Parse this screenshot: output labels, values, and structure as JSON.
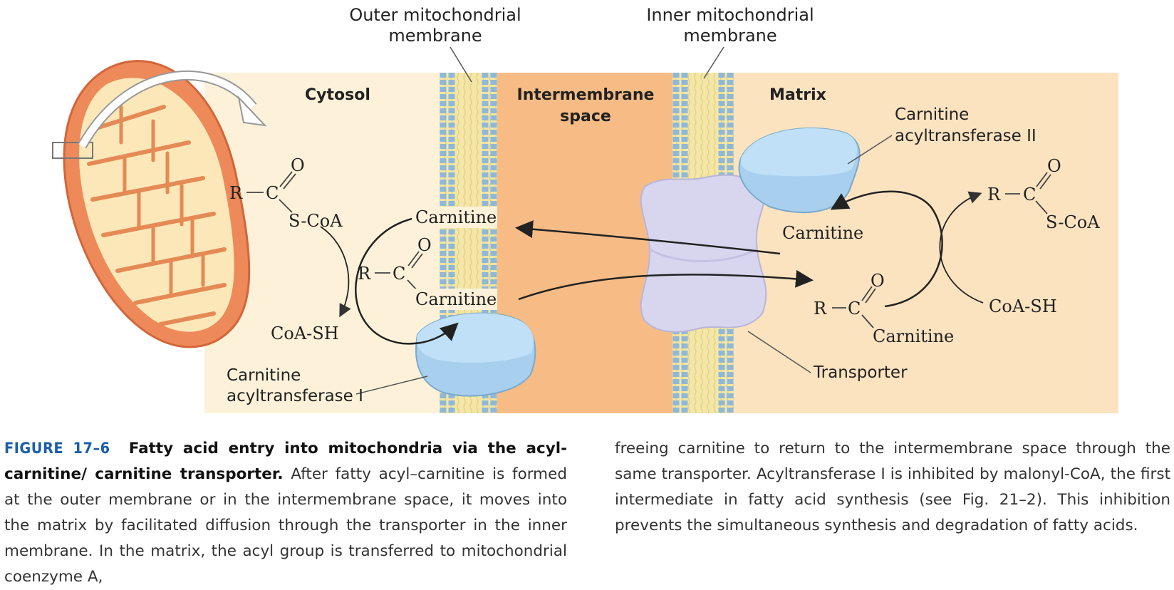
{
  "labels": {
    "outer_membrane": [
      "Outer mitochondrial",
      "membrane"
    ],
    "inner_membrane": [
      "Inner mitochondrial",
      "membrane"
    ],
    "cytosol": "Cytosol",
    "intermembrane": [
      "Intermembrane",
      "space"
    ],
    "matrix": "Matrix",
    "cat2": [
      "Carnitine",
      "acyltransferase II"
    ],
    "cat1": [
      "Carnitine",
      "acyltransferase I"
    ],
    "transporter": "Transporter"
  },
  "chem": {
    "R": "R",
    "C": "C",
    "O": "O",
    "scoa": "S-CoA",
    "coash": "CoA-SH",
    "carnitine": "Carnitine"
  },
  "caption": {
    "fig_num": "FIGURE 17–6",
    "title": "Fatty acid entry into mitochondria via the acyl-carnitine/ carnitine transporter.",
    "left_body": "After fatty acyl–carnitine is formed at the outer membrane or in the intermembrane space, it moves into the matrix by facilitated diffusion through the transporter in the inner membrane. In the matrix, the acyl group is transferred to mitochondrial coenzyme A,",
    "right_body": "freeing carnitine to return to the intermembrane space through the same transporter. Acyltransferase I is inhibited by malonyl-CoA, the first intermediate in fatty acid synthesis (see Fig. 21–2). This inhibition prevents the simultaneous synthesis and degradation of fatty acids."
  }
}
